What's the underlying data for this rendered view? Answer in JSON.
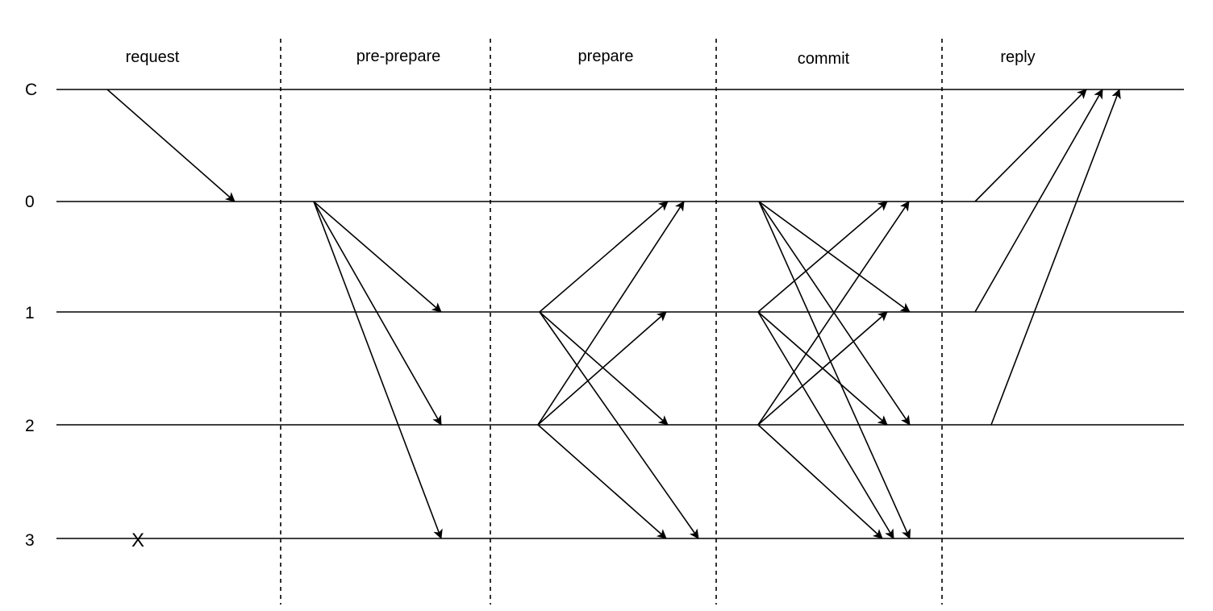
{
  "phases": [
    {
      "id": "request",
      "label": "request"
    },
    {
      "id": "pre_prepare",
      "label": "pre-prepare"
    },
    {
      "id": "prepare",
      "label": "prepare"
    },
    {
      "id": "commit",
      "label": "commit"
    },
    {
      "id": "reply",
      "label": "reply"
    }
  ],
  "nodes": [
    {
      "id": "C",
      "label": "C"
    },
    {
      "id": "0",
      "label": "0"
    },
    {
      "id": "1",
      "label": "1"
    },
    {
      "id": "2",
      "label": "2"
    },
    {
      "id": "3",
      "label": "3"
    }
  ],
  "crash": {
    "node": "3",
    "phase": "request",
    "symbol": "X"
  },
  "messages": [
    {
      "phase": "request",
      "from": "C",
      "to": "0"
    },
    {
      "phase": "pre_prepare",
      "from": "0",
      "to": "1"
    },
    {
      "phase": "pre_prepare",
      "from": "0",
      "to": "2"
    },
    {
      "phase": "pre_prepare",
      "from": "0",
      "to": "3"
    },
    {
      "phase": "prepare",
      "from": "1",
      "to": "0"
    },
    {
      "phase": "prepare",
      "from": "1",
      "to": "2"
    },
    {
      "phase": "prepare",
      "from": "1",
      "to": "3"
    },
    {
      "phase": "prepare",
      "from": "2",
      "to": "0"
    },
    {
      "phase": "prepare",
      "from": "2",
      "to": "1"
    },
    {
      "phase": "prepare",
      "from": "2",
      "to": "3"
    },
    {
      "phase": "commit",
      "from": "0",
      "to": "1"
    },
    {
      "phase": "commit",
      "from": "0",
      "to": "2"
    },
    {
      "phase": "commit",
      "from": "0",
      "to": "3"
    },
    {
      "phase": "commit",
      "from": "1",
      "to": "0"
    },
    {
      "phase": "commit",
      "from": "1",
      "to": "2"
    },
    {
      "phase": "commit",
      "from": "1",
      "to": "3"
    },
    {
      "phase": "commit",
      "from": "2",
      "to": "0"
    },
    {
      "phase": "commit",
      "from": "2",
      "to": "1"
    },
    {
      "phase": "commit",
      "from": "2",
      "to": "3"
    },
    {
      "phase": "reply",
      "from": "0",
      "to": "C"
    },
    {
      "phase": "reply",
      "from": "1",
      "to": "C"
    },
    {
      "phase": "reply",
      "from": "2",
      "to": "C"
    }
  ]
}
